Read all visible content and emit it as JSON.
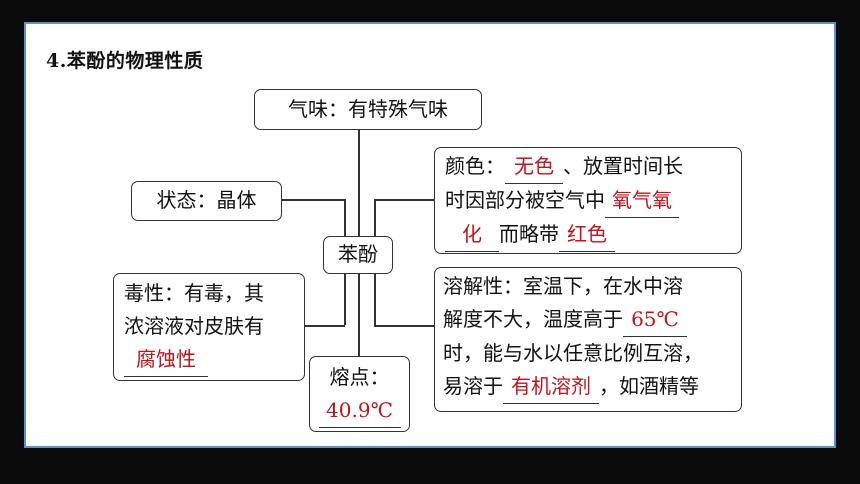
{
  "heading": "4.苯酚的物理性质",
  "center": "苯酚",
  "odor": "气味：有特殊气味",
  "state": "状态：晶体",
  "color": {
    "line1_prefix": "颜色：",
    "answer1": "无色",
    "line1_suffix": "、放置时间长",
    "line2_prefix": "时因部分被空气中",
    "answer2_part1": "氧气氧",
    "answer2_part2": "化",
    "line3_mid": "而略带",
    "answer3": "红色"
  },
  "toxicity": {
    "line1": "毒性：有毒，其",
    "line2": "浓溶液对皮肤有",
    "answer": "腐蚀性"
  },
  "melting": {
    "label": "熔点：",
    "answer": "40.9℃"
  },
  "solubility": {
    "line1": "溶解性：室温下，在水中溶",
    "line2_prefix": "解度不大，温度高于",
    "answer1": "65℃",
    "line3": "时，能与水以任意比例互溶，",
    "line4_prefix": "易溶于",
    "answer2": "有机溶剂",
    "line4_suffix": "，如酒精等"
  },
  "colors": {
    "answer": "#c0131b",
    "frame": "#5b8fd6",
    "line": "#333333"
  }
}
